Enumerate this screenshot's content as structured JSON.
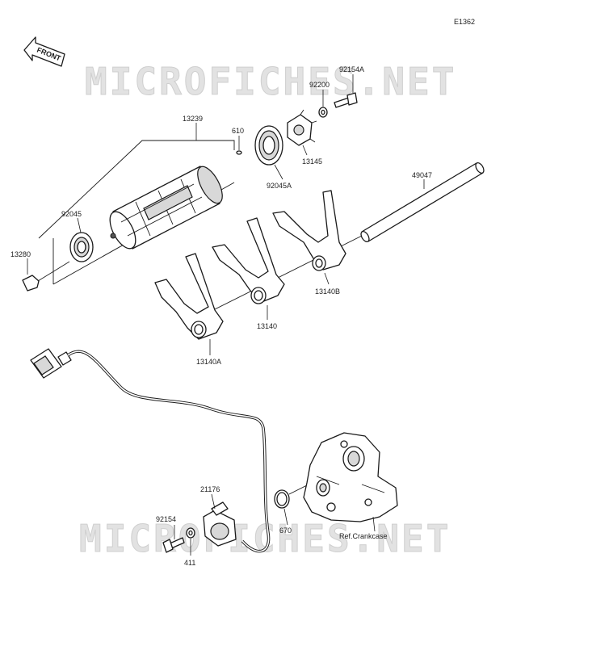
{
  "diagram_code": "E1362",
  "front_label": "FRONT",
  "watermark": "MICROFICHES.NET",
  "reference_label": "Ref.Crankcase",
  "parts": {
    "p13239": "13239",
    "p610": "610",
    "p92045": "92045",
    "p13280": "13280",
    "p92045A": "92045A",
    "p92200": "92200",
    "p92154A": "92154A",
    "p13145": "13145",
    "p49047": "49047",
    "p13140B": "13140B",
    "p13140": "13140",
    "p13140A": "13140A",
    "p21176": "21176",
    "p92154": "92154",
    "p411": "411",
    "p670": "670"
  }
}
